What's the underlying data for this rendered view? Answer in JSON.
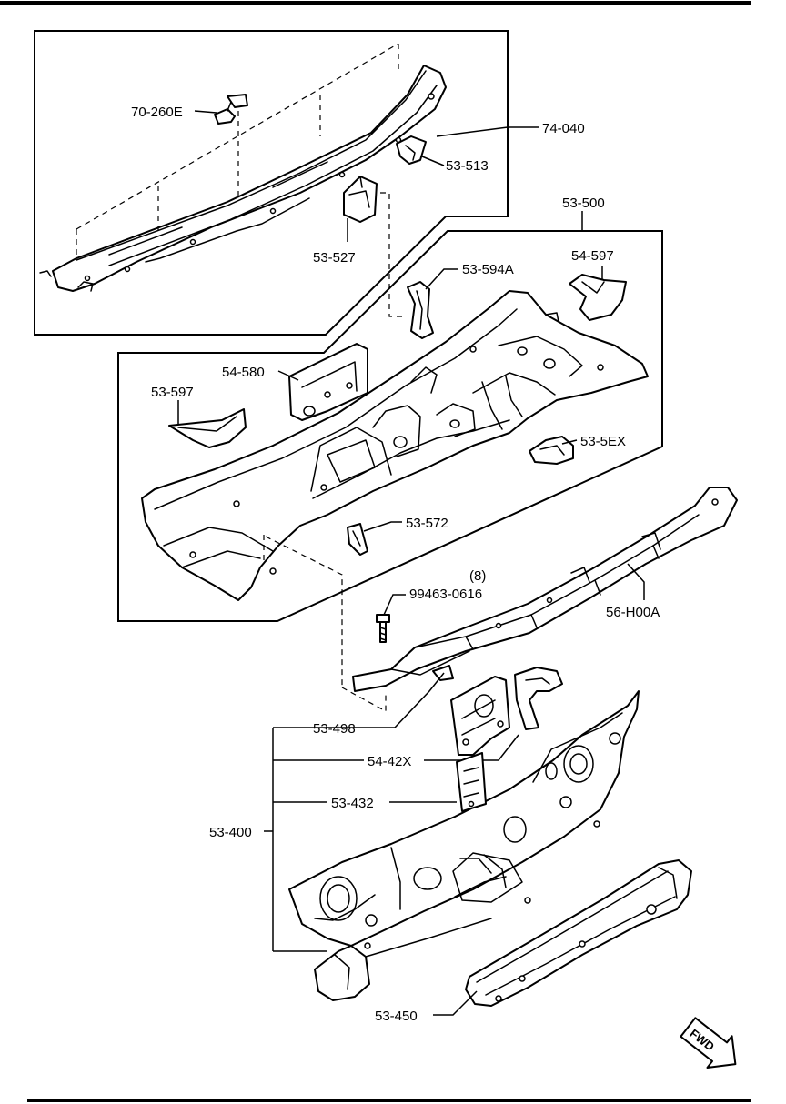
{
  "labels": {
    "cowl_panel": "74-040",
    "clip_70_260e": "70-260E",
    "bracket_53_513": "53-513",
    "bracket_53_527": "53-527",
    "floor_pan": "53-500",
    "bracket_54_597": "54-597",
    "bracket_53_594a": "53-594A",
    "bracket_54_580": "54-580",
    "bracket_53_597": "53-597",
    "bracket_53_5ex": "53-5EX",
    "bracket_53_572": "53-572",
    "bolt": "99463-0616",
    "bolt_qty": "(8)",
    "crossmember": "56-H00A",
    "bracket_53_498": "53-498",
    "panel_54_42x": "54-42X",
    "plate_53_432": "53-432",
    "dash_panel": "53-400",
    "member_53_450": "53-450",
    "fwd": "FWD"
  }
}
